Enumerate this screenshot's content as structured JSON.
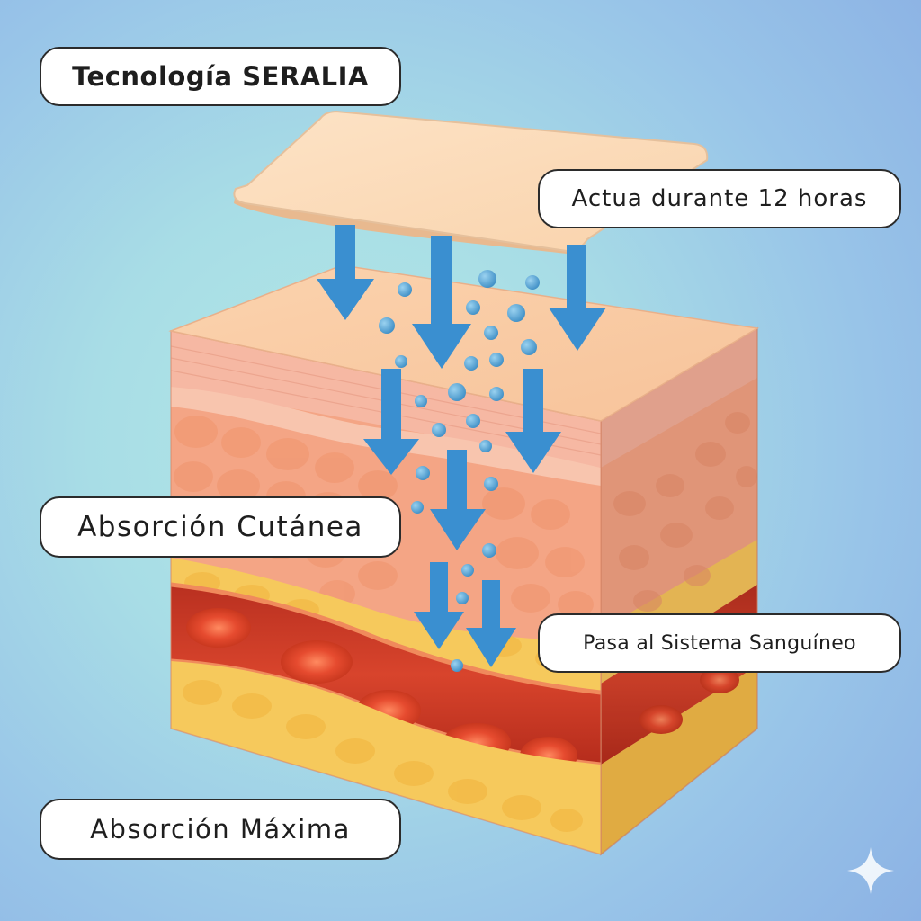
{
  "labels": {
    "title": "Tecnología SERALIA",
    "duration": "Actua durante 12 horas",
    "cutaneous": "Absorción Cutánea",
    "bloodstream": "Pasa al Sistema Sanguíneo",
    "maximum": "Absorción Máxima"
  },
  "colors": {
    "patch": "#fbdcb8",
    "epidermis": "#f5b39c",
    "dermis": "#f7b08e",
    "fat": "#f6c85a",
    "blood_vessel": "#d8442c",
    "red_cell": "#e8553a",
    "arrow": "#3a8fd0",
    "droplet": "#58a8d8"
  },
  "icons": {
    "corner": "sparkle-icon",
    "flow": "down-arrow-icon"
  }
}
